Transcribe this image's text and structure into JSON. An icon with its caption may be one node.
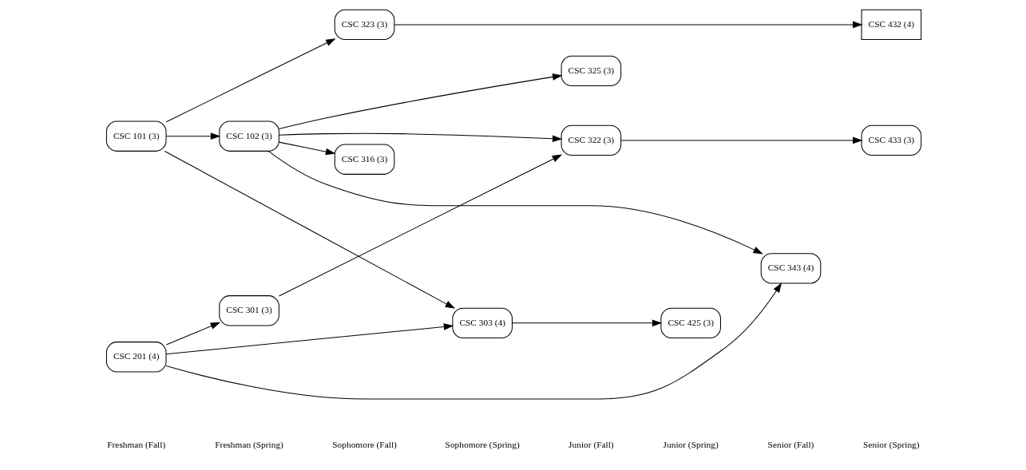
{
  "diagram": {
    "nodes": [
      {
        "text": [
          "CSC 201 (4)"
        ]
      },
      {
        "text": [
          "CSC 301 (3)"
        ]
      },
      {
        "text": [
          "CSC 303 (4)"
        ]
      },
      {
        "text": [
          "CSC 425 (3)"
        ]
      },
      {
        "text": [
          "CSC 343 (4)"
        ]
      },
      {
        "text": [
          "CSC 101 (3)"
        ]
      },
      {
        "text": [
          "CSC 102 (3)"
        ]
      },
      {
        "text": [
          "CSC 316 (3)"
        ]
      },
      {
        "text": [
          "CSC 322 (3)"
        ]
      },
      {
        "text": [
          "CSC 433 (3)"
        ]
      },
      {
        "text": [
          "CSC 325 (3)"
        ]
      },
      {
        "text": [
          "CSC 323 (3)"
        ]
      },
      {
        "text": [
          "CSC 432 (4)"
        ]
      }
    ],
    "edges": [
      {
        "from": 0,
        "to": 4,
        "arrow": "to"
      },
      {
        "from": 0,
        "to": 2,
        "arrow": "to"
      },
      {
        "from": 0,
        "to": 1,
        "arrow": "to"
      },
      {
        "from": 2,
        "to": 3,
        "arrow": "to"
      },
      {
        "from": 1,
        "to": 8,
        "arrow": "to"
      },
      {
        "from": 5,
        "to": 2,
        "arrow": "to"
      },
      {
        "from": 5,
        "to": 6,
        "arrow": "to"
      },
      {
        "from": 5,
        "to": 11,
        "arrow": "to"
      },
      {
        "from": 6,
        "to": 4,
        "arrow": "to"
      },
      {
        "from": 6,
        "to": 7,
        "arrow": "to"
      },
      {
        "from": 6,
        "to": 8,
        "arrow": "to"
      },
      {
        "from": 6,
        "to": 10,
        "arrow": "to"
      },
      {
        "from": 8,
        "to": 9,
        "arrow": "to"
      },
      {
        "from": 11,
        "to": 12,
        "arrow": "to"
      }
    ],
    "labels": [
      "Freshman (Fall)",
      "Freshman (Spring)",
      "Sophomore (Fall)",
      "Sophomore (Spring)",
      "Junior (Fall)",
      "Junior (Spring)",
      "Senior (Fall)",
      "Senior (Spring)"
    ]
  }
}
